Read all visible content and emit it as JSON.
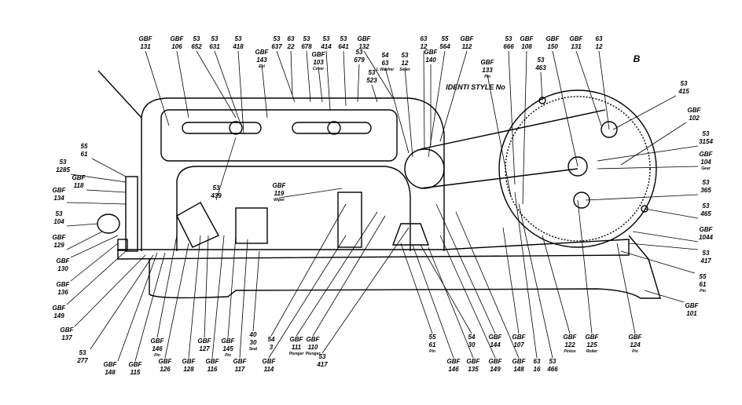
{
  "ident_label": "IDENTI STYLE No",
  "ref_letter": "B",
  "labels": [
    {
      "a": "GBF",
      "b": "131"
    },
    {
      "a": "GBF",
      "b": "106"
    },
    {
      "a": "53",
      "b": "652"
    },
    {
      "a": "53",
      "b": "631"
    },
    {
      "a": "53",
      "b": "418"
    },
    {
      "a": "53",
      "b": "637"
    },
    {
      "a": "63",
      "b": "22"
    },
    {
      "a": "53",
      "b": "678"
    },
    {
      "a": "53",
      "b": "414"
    },
    {
      "a": "53",
      "b": "641"
    },
    {
      "a": "GBF",
      "b": "132"
    },
    {
      "a": "63",
      "b": "12"
    },
    {
      "a": "55",
      "b": "564"
    },
    {
      "a": "GBF",
      "b": "112"
    },
    {
      "a": "GBF",
      "b": "143",
      "note": "Ext"
    },
    {
      "a": "GBF",
      "b": "103",
      "note": "Cover"
    },
    {
      "a": "53",
      "b": "679"
    },
    {
      "a": "53",
      "b": "523"
    },
    {
      "a": "54",
      "b": "63",
      "note": "L Washer"
    },
    {
      "a": "53",
      "b": "12",
      "note": "Seller"
    },
    {
      "a": "GBF",
      "b": "140"
    },
    {
      "a": "53",
      "b": "666"
    },
    {
      "a": "GBF",
      "b": "108"
    },
    {
      "a": "GBF",
      "b": "150"
    },
    {
      "a": "GBF",
      "b": "131"
    },
    {
      "a": "63",
      "b": "12"
    },
    {
      "a": "GBF",
      "b": "133",
      "note": "Pin"
    },
    {
      "a": "53",
      "b": "463"
    },
    {
      "a": "53",
      "b": "415"
    },
    {
      "a": "GBF",
      "b": "102"
    },
    {
      "a": "53",
      "b": "3154"
    },
    {
      "a": "GBF",
      "b": "104",
      "note": "Gear"
    },
    {
      "a": "53",
      "b": "365"
    },
    {
      "a": "53",
      "b": "465"
    },
    {
      "a": "GBF",
      "b": "1044"
    },
    {
      "a": "53",
      "b": "417"
    },
    {
      "a": "55",
      "b": "61",
      "note": "Pin"
    },
    {
      "a": "GBF",
      "b": "101"
    },
    {
      "a": "55",
      "b": "61"
    },
    {
      "a": "53",
      "b": "1285"
    },
    {
      "a": "GBF",
      "b": "118"
    },
    {
      "a": "GBF",
      "b": "134"
    },
    {
      "a": "53",
      "b": "104"
    },
    {
      "a": "GBF",
      "b": "129"
    },
    {
      "a": "GBF",
      "b": "130"
    },
    {
      "a": "GBF",
      "b": "136"
    },
    {
      "a": "GBF",
      "b": "149"
    },
    {
      "a": "GBF",
      "b": "137"
    },
    {
      "a": "53",
      "b": "277"
    },
    {
      "a": "GBF",
      "b": "148"
    },
    {
      "a": "GBF",
      "b": "115"
    },
    {
      "a": "GBF",
      "b": "146",
      "note": "Pin"
    },
    {
      "a": "GBF",
      "b": "126"
    },
    {
      "a": "GBF",
      "b": "128"
    },
    {
      "a": "GBF",
      "b": "127"
    },
    {
      "a": "GBF",
      "b": "116"
    },
    {
      "a": "GBF",
      "b": "145",
      "note": "Pin"
    },
    {
      "a": "GBF",
      "b": "117"
    },
    {
      "a": "40",
      "b": "30",
      "note": "Seal"
    },
    {
      "a": "54",
      "b": "3"
    },
    {
      "a": "GBF",
      "b": "114"
    },
    {
      "a": "GBF",
      "b": "111",
      "note": "Plunger"
    },
    {
      "a": "GBF",
      "b": "110",
      "note": "Plunger"
    },
    {
      "a": "53",
      "b": "417"
    },
    {
      "a": "55",
      "b": "61",
      "note": "Pin"
    },
    {
      "a": "GBF",
      "b": "146"
    },
    {
      "a": "54",
      "b": "30"
    },
    {
      "a": "GBF",
      "b": "135"
    },
    {
      "a": "GBF",
      "b": "144"
    },
    {
      "a": "GBF",
      "b": "149"
    },
    {
      "a": "GBF",
      "b": "107"
    },
    {
      "a": "GBF",
      "b": "148"
    },
    {
      "a": "63",
      "b": "16"
    },
    {
      "a": "53",
      "b": "466"
    },
    {
      "a": "GBF",
      "b": "122",
      "note": "Pinion"
    },
    {
      "a": "GBF",
      "b": "125",
      "note": "Roller"
    },
    {
      "a": "GBF",
      "b": "124",
      "note": "Pin"
    },
    {
      "a": "53",
      "b": "439"
    },
    {
      "a": "GBF",
      "b": "119",
      "note": "Wiper"
    }
  ]
}
